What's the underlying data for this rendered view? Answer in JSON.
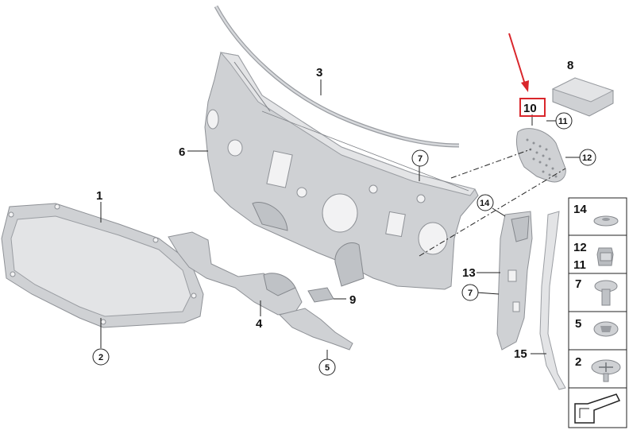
{
  "diagram": {
    "callouts": [
      {
        "id": "label-1",
        "text": "1"
      },
      {
        "id": "label-2",
        "text": "2"
      },
      {
        "id": "label-3",
        "text": "3"
      },
      {
        "id": "label-4",
        "text": "4"
      },
      {
        "id": "label-5",
        "text": "5"
      },
      {
        "id": "label-6",
        "text": "6"
      },
      {
        "id": "label-7a",
        "text": "7"
      },
      {
        "id": "label-7b",
        "text": "7"
      },
      {
        "id": "label-8",
        "text": "8"
      },
      {
        "id": "label-9",
        "text": "9"
      },
      {
        "id": "label-10",
        "text": "10"
      },
      {
        "id": "label-11",
        "text": "11"
      },
      {
        "id": "label-12",
        "text": "12"
      },
      {
        "id": "label-13",
        "text": "13"
      },
      {
        "id": "label-14",
        "text": "14"
      },
      {
        "id": "label-15",
        "text": "15"
      }
    ],
    "legend": [
      {
        "text": "14"
      },
      {
        "text": "12"
      },
      {
        "text": "11"
      },
      {
        "text": "7"
      },
      {
        "text": "5"
      },
      {
        "text": "2"
      }
    ],
    "highlight_color": "#d9262b",
    "highlighted_part": "10"
  }
}
